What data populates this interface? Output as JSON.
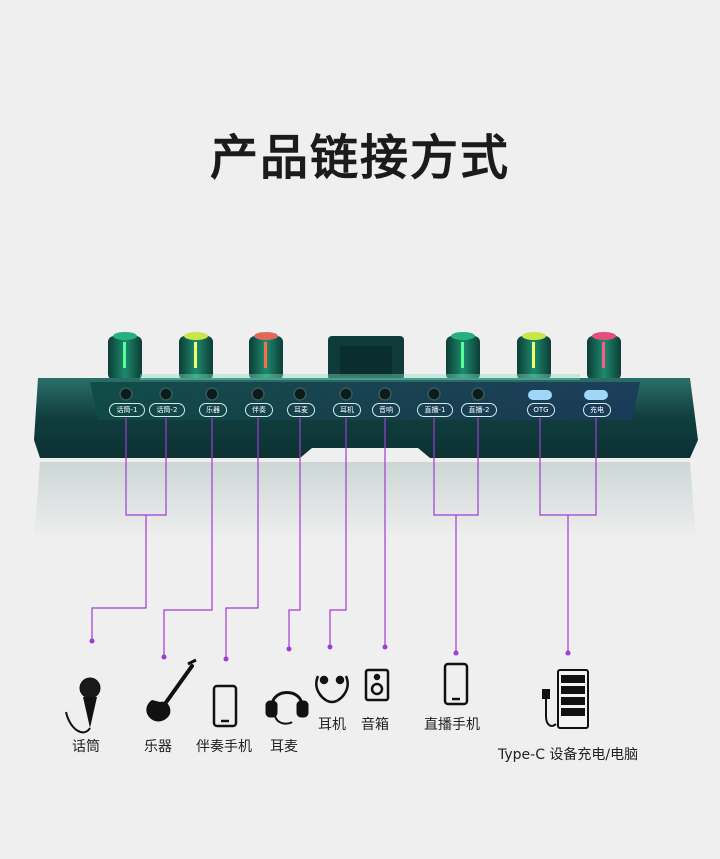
{
  "title": "产品链接方式",
  "ports": [
    {
      "label": "话筒-1"
    },
    {
      "label": "话筒-2"
    },
    {
      "label": "乐器"
    },
    {
      "label": "伴奏"
    },
    {
      "label": "耳麦"
    },
    {
      "label": "耳机"
    },
    {
      "label": "音响"
    },
    {
      "label": "直播-1"
    },
    {
      "label": "直播-2"
    },
    {
      "label": "OTG"
    },
    {
      "label": "充电"
    }
  ],
  "devices": {
    "mic": "话筒",
    "instrument": "乐器",
    "accompany_phone": "伴奏手机",
    "headset": "耳麦",
    "earphones": "耳机",
    "speaker": "音箱",
    "live_phone": "直播手机",
    "pc": "Type-C 设备充电/电脑"
  },
  "colors": {
    "body_dark": "#0f3a3a",
    "body_light": "#1f6b66",
    "connector_line": "#a23bd6",
    "knob_green": "#1aa36b",
    "title": "#1b1b1b"
  },
  "icons": [
    "microphone-icon",
    "guitar-icon",
    "phone-icon",
    "headset-icon",
    "neckband-earphone-icon",
    "speaker-icon",
    "pc-tower-icon"
  ]
}
